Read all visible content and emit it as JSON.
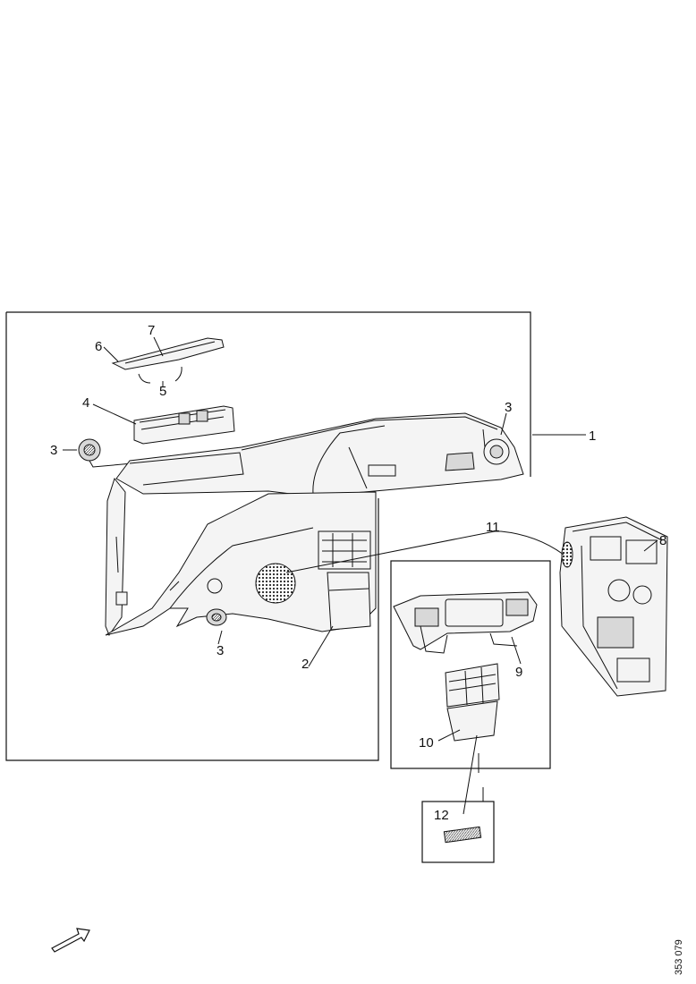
{
  "callouts": [
    "1",
    "2",
    "3",
    "3",
    "3",
    "4",
    "5",
    "6",
    "7",
    "8",
    "9",
    "10",
    "11",
    "12"
  ],
  "reference_code": "353 079",
  "direction_icon": "forward-arrow-icon"
}
